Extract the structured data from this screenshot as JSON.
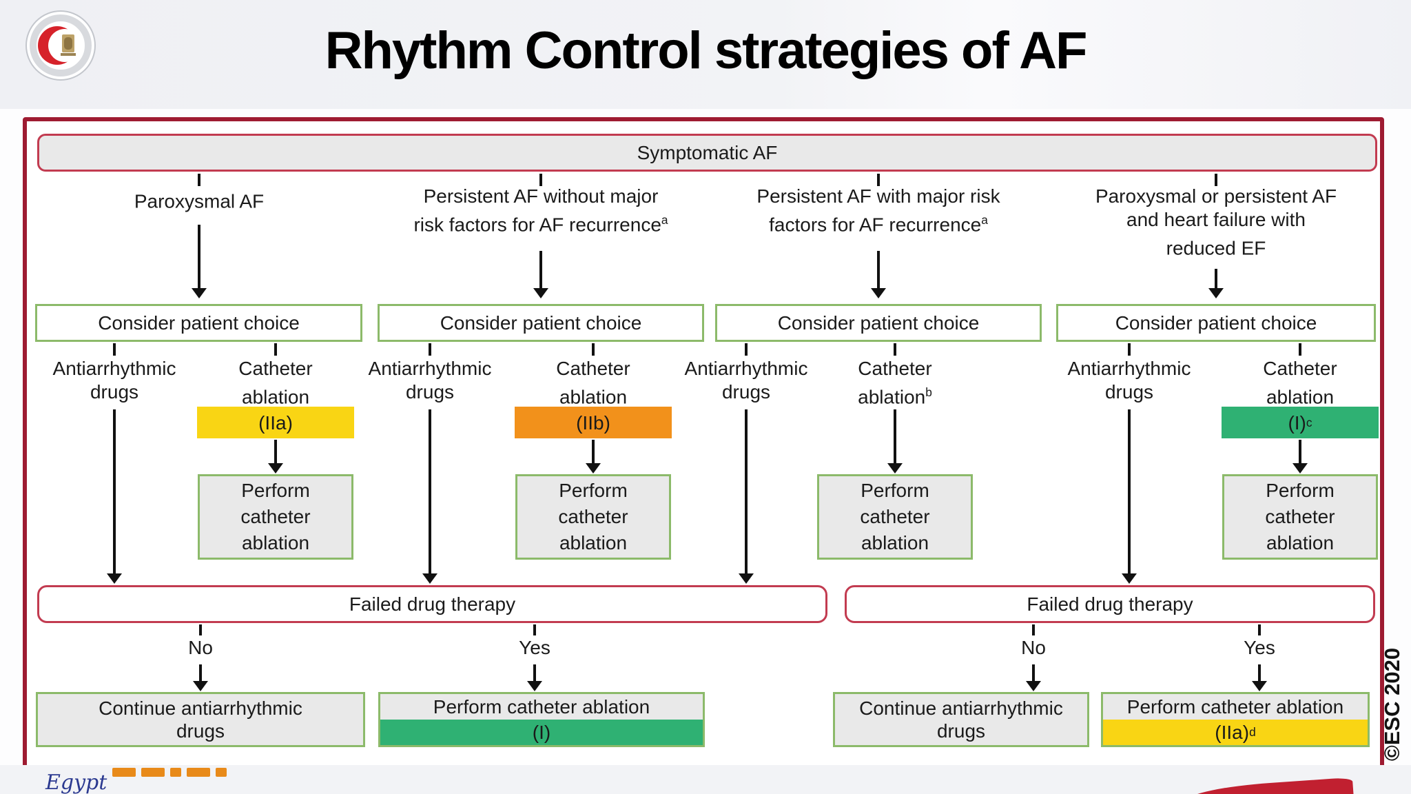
{
  "slide": {
    "title": "Rhythm Control strategies of AF",
    "copyright": "©ESC 2020",
    "footer_logo_text": "Egypt",
    "colors": {
      "frame_red": "#9e1b31",
      "node_border_red": "#c23b50",
      "node_border_green": "#8cba6a",
      "gray_fill": "#e9e9e9",
      "class_yellow": "#f9d514",
      "class_orange": "#f2911b",
      "class_green": "#2fb173"
    }
  },
  "flowchart": {
    "root": "Symptomatic AF",
    "columns": [
      {
        "condition": "Paroxysmal AF",
        "condition_sup": "",
        "choice": "Consider patient choice",
        "drug": "Antiarrhythmic\ndrugs",
        "ablation": "Catheter\nablation",
        "ablation_sup": "",
        "class": "(IIa)",
        "class_sup": "",
        "perform": "Perform\ncatheter\nablation"
      },
      {
        "condition": "Persistent AF without major\nrisk factors for AF recurrence",
        "condition_sup": "a",
        "choice": "Consider patient choice",
        "drug": "Antiarrhythmic\ndrugs",
        "ablation": "Catheter\nablation",
        "ablation_sup": "",
        "class": "(IIb)",
        "class_sup": "",
        "perform": "Perform\ncatheter\nablation"
      },
      {
        "condition": "Persistent AF with major risk\nfactors for AF recurrence",
        "condition_sup": "a",
        "choice": "Consider patient choice",
        "drug": "Antiarrhythmic\ndrugs",
        "ablation": "Catheter\nablation",
        "ablation_sup": "b",
        "class": "",
        "class_sup": "",
        "perform": "Perform\ncatheter\nablation"
      },
      {
        "condition": "Paroxysmal or persistent AF\nand heart failure with\nreduced EF",
        "condition_sup": "",
        "choice": "Consider patient choice",
        "drug": "Antiarrhythmic\ndrugs",
        "ablation": "Catheter\nablation",
        "ablation_sup": "",
        "class": "(I)",
        "class_sup": "c",
        "perform": "Perform\ncatheter\nablation"
      }
    ],
    "failed_left": {
      "label": "Failed drug therapy",
      "no": "No",
      "yes": "Yes"
    },
    "failed_right": {
      "label": "Failed drug therapy",
      "no": "No",
      "yes": "Yes"
    },
    "outcomes": {
      "left_no": "Continue antiarrhythmic\ndrugs",
      "left_yes": {
        "label": "Perform catheter ablation",
        "class": "(I)",
        "class_sup": ""
      },
      "right_no": "Continue antiarrhythmic\ndrugs",
      "right_yes": {
        "label": "Perform catheter ablation",
        "class": "(IIa)",
        "class_sup": "d"
      }
    }
  }
}
